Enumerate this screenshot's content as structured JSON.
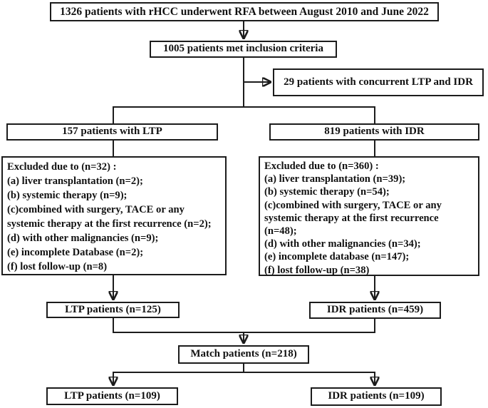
{
  "figure": {
    "background": "#ffffff",
    "line_color": "#1c1c1c",
    "boxes": {
      "total": {
        "label": "1326 patients with rHCC underwent RFA between August 2010 and June 2022"
      },
      "inclusion": {
        "label": "1005 patients met inclusion criteria"
      },
      "concurrent": {
        "label": "29 patients with concurrent LTP and IDR"
      },
      "ltp_all": {
        "label": "157 patients with LTP"
      },
      "idr_all": {
        "label": "819 patients with IDR"
      },
      "ltp_excluded": {
        "lines": [
          "Excluded due to (n=32) :",
          "(a) liver transplantation (n=2);",
          "(b) systemic therapy (n=9);",
          "(c)combined with surgery, TACE or any",
          "systemic therapy at the first recurrence (n=2);",
          "(d) with other malignancies (n=9);",
          "(e) incomplete Database (n=2);",
          "(f) lost follow-up (n=8)"
        ]
      },
      "idr_excluded": {
        "lines": [
          "Excluded due to (n=360) :",
          "(a) liver transplantation (n=39);",
          "(b) systemic therapy (n=54);",
          "(c)combined with surgery, TACE or any",
          "systemic therapy at the first recurrence",
          "(n=48);",
          "(d) with other malignancies (n=34);",
          "(e) incomplete database (n=147);",
          "(f) lost follow-up (n=38)"
        ]
      },
      "ltp_included": {
        "label": "LTP patients (n=125)"
      },
      "idr_included": {
        "label": "IDR patients (n=459)"
      },
      "matched": {
        "label": "Match patients (n=218)"
      },
      "ltp_matched": {
        "label": "LTP patients (n=109)"
      },
      "idr_matched": {
        "label": "IDR patients (n=109)"
      }
    }
  }
}
